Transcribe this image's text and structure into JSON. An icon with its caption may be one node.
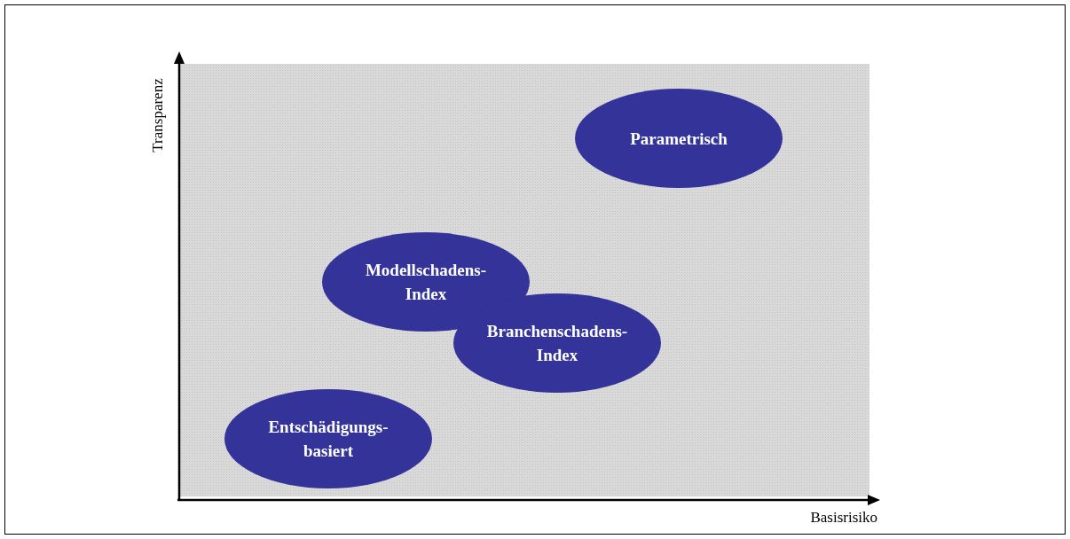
{
  "diagram": {
    "nodes": [
      {
        "text": [
          "Parametrisch"
        ]
      },
      {
        "text": [
          "Modellschadens- Index"
        ]
      },
      {
        "text": [
          "Branchenschadens- Index"
        ]
      },
      {
        "text": [
          "Entschädigungs- basiert"
        ]
      }
    ],
    "labels": [
      "Transparenz",
      "Basisrisiko"
    ]
  }
}
